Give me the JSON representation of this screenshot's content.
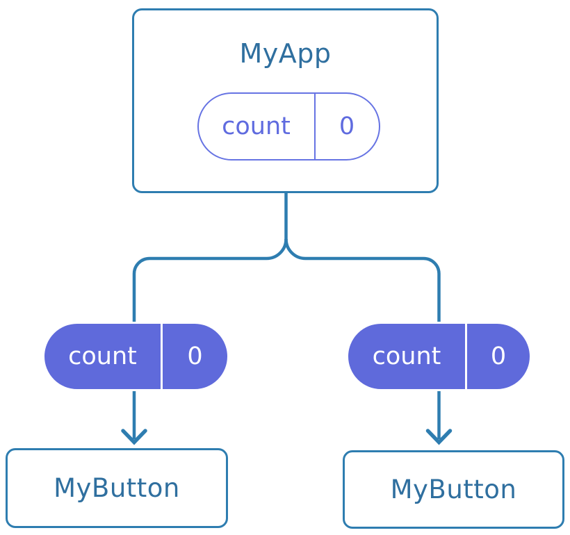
{
  "diagram": {
    "root": {
      "title": "MyApp",
      "prop": {
        "name": "count",
        "value": "0"
      }
    },
    "children": [
      {
        "title": "MyButton",
        "prop": {
          "name": "count",
          "value": "0"
        }
      },
      {
        "title": "MyButton",
        "prop": {
          "name": "count",
          "value": "0"
        }
      }
    ]
  },
  "colors": {
    "line_blue": "#2E7DB0",
    "text_blue": "#2F6F9F",
    "purple_border": "#6673E3",
    "purple_text": "#5F6BDF",
    "purple_fill": "#5F6ADB",
    "node_bg": "#FFFFFF",
    "page_bg": "#FFFFFF"
  }
}
